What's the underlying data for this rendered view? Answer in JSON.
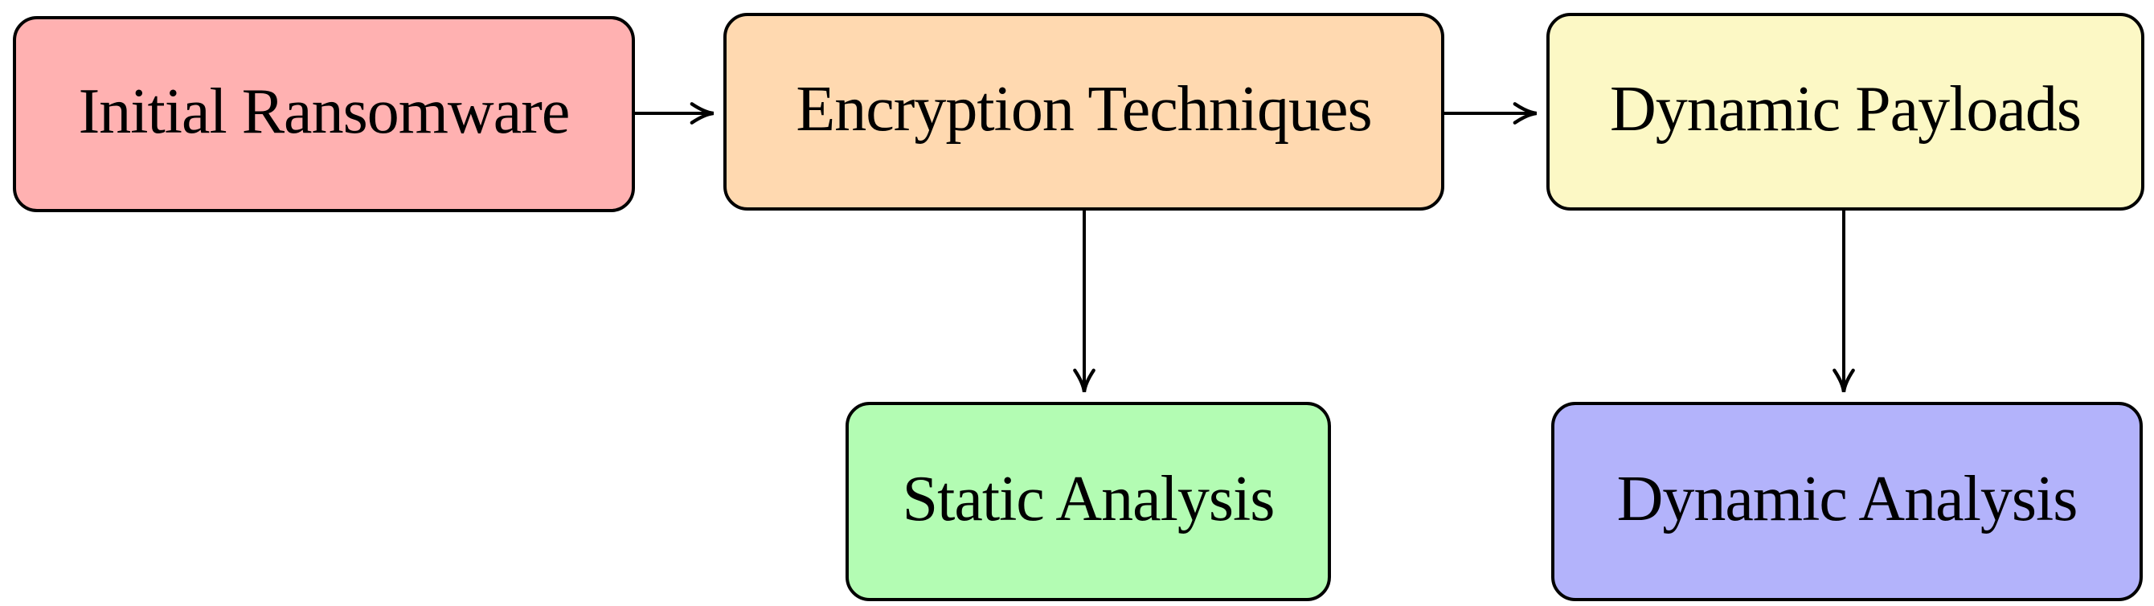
{
  "diagram": {
    "background_color": "#FFFFFF",
    "stroke_color": "#000000",
    "text_color": "#000000",
    "nodes": [
      {
        "id": "initial-ransomware",
        "label": "Initial Ransomware",
        "fill": "#FFB1B1"
      },
      {
        "id": "encryption-techniques",
        "label": "Encryption Techniques",
        "fill": "#FFD9B0"
      },
      {
        "id": "dynamic-payloads",
        "label": "Dynamic Payloads",
        "fill": "#FCF8C5"
      },
      {
        "id": "static-analysis",
        "label": "Static Analysis",
        "fill": "#B3FCB3"
      },
      {
        "id": "dynamic-analysis",
        "label": "Dynamic Analysis",
        "fill": "#B3B3FB"
      }
    ],
    "edges": [
      {
        "from": "initial-ransomware",
        "to": "encryption-techniques",
        "direction": "right"
      },
      {
        "from": "encryption-techniques",
        "to": "dynamic-payloads",
        "direction": "right"
      },
      {
        "from": "encryption-techniques",
        "to": "static-analysis",
        "direction": "down"
      },
      {
        "from": "dynamic-payloads",
        "to": "dynamic-analysis",
        "direction": "down"
      }
    ]
  }
}
